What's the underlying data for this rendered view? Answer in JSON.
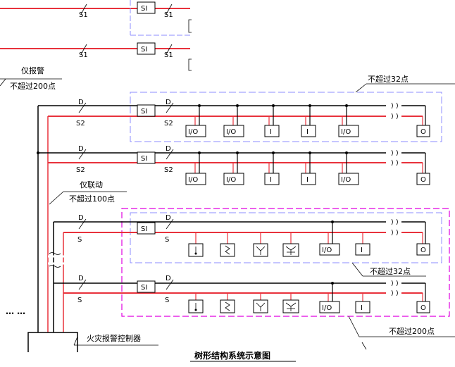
{
  "labels": {
    "si": "SI",
    "s1": "S1",
    "s2": "S2",
    "s": "S",
    "d": "D",
    "io": "I/O",
    "i": "I",
    "o": "O",
    "alarm_only": "仅报警",
    "alarm_limit": "不超过200点",
    "linkage_only": "仅联动",
    "linkage_limit": "不超过100点",
    "limit_32": "不超过32点",
    "top_right_note": "不超过32点",
    "bottom_right_note": "不超过200点",
    "controller": "火灾报警控制器",
    "ellipsis": "… …",
    "diagram_title": "树形结构系统示意图"
  },
  "colors": {
    "red_line": "#e8323c",
    "black_line": "#000000",
    "blue_frame": "#8c8cff",
    "magenta_frame": "#e000e0"
  }
}
